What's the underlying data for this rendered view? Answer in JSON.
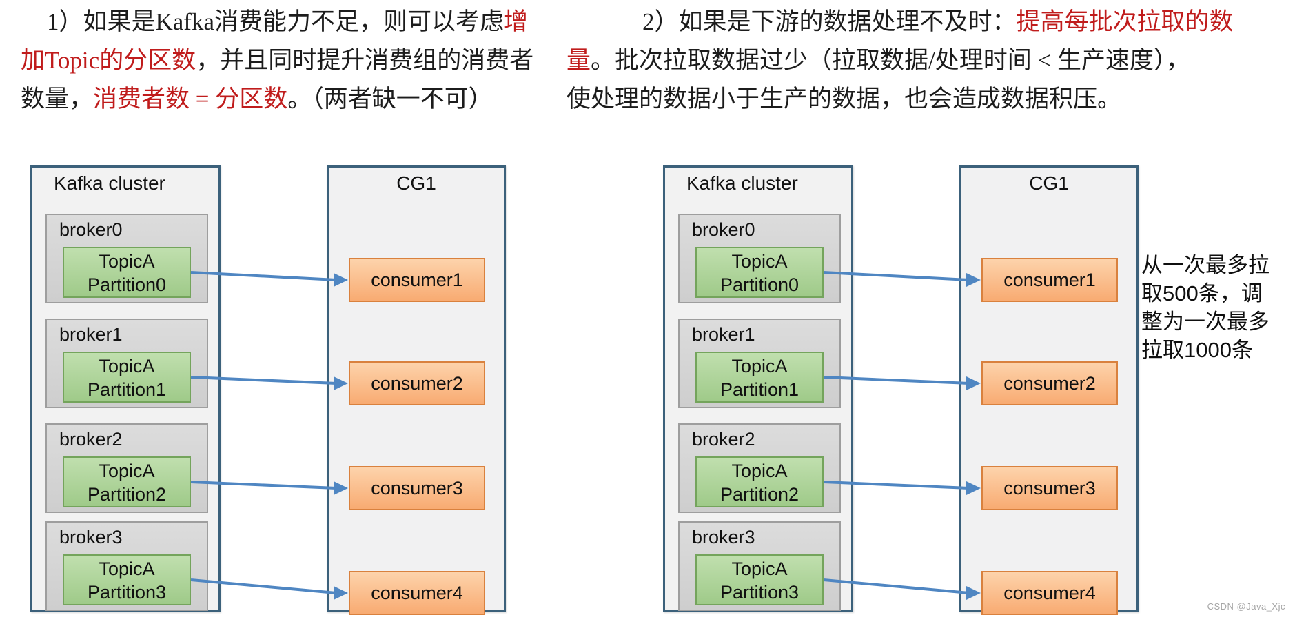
{
  "paragraphs": {
    "p1": {
      "lines": [
        {
          "segments": [
            {
              "text": "1）如果是Kafka消费能力不足，则可以考虑",
              "color": "black"
            },
            {
              "text": "增",
              "color": "red"
            }
          ]
        },
        {
          "segments": [
            {
              "text": "加Topic的分区数",
              "color": "red"
            },
            {
              "text": "，并且同时提升消费组的消费者",
              "color": "black"
            }
          ]
        },
        {
          "segments": [
            {
              "text": "数量，",
              "color": "black"
            },
            {
              "text": "消费者数 = 分区数",
              "color": "red"
            },
            {
              "text": "。（两者缺一不可）",
              "color": "black"
            }
          ]
        }
      ]
    },
    "p2": {
      "lines": [
        {
          "segments": [
            {
              "text": "2）如果是下游的数据处理不及时：",
              "color": "black"
            },
            {
              "text": "提高每批次拉取的数",
              "color": "red"
            }
          ]
        },
        {
          "segments": [
            {
              "text": "量",
              "color": "red"
            },
            {
              "text": "。批次拉取数据过少（拉取数据/处理时间 < 生产速度），",
              "color": "black"
            }
          ]
        },
        {
          "segments": [
            {
              "text": "使处理的数据小于生产的数据，也会造成数据积压。",
              "color": "black"
            }
          ]
        }
      ]
    }
  },
  "diagrams": [
    {
      "cluster_title": "Kafka cluster",
      "group_title": "CG1",
      "brokers": [
        {
          "label": "broker0",
          "partition_line1": "TopicA",
          "partition_line2": "Partition0"
        },
        {
          "label": "broker1",
          "partition_line1": "TopicA",
          "partition_line2": "Partition1"
        },
        {
          "label": "broker2",
          "partition_line1": "TopicA",
          "partition_line2": "Partition2"
        },
        {
          "label": "broker3",
          "partition_line1": "TopicA",
          "partition_line2": "Partition3"
        }
      ],
      "consumers": [
        {
          "label": "consumer1"
        },
        {
          "label": "consumer2"
        },
        {
          "label": "consumer3"
        },
        {
          "label": "consumer4"
        }
      ]
    },
    {
      "cluster_title": "Kafka cluster",
      "group_title": "CG1",
      "brokers": [
        {
          "label": "broker0",
          "partition_line1": "TopicA",
          "partition_line2": "Partition0"
        },
        {
          "label": "broker1",
          "partition_line1": "TopicA",
          "partition_line2": "Partition1"
        },
        {
          "label": "broker2",
          "partition_line1": "TopicA",
          "partition_line2": "Partition2"
        },
        {
          "label": "broker3",
          "partition_line1": "TopicA",
          "partition_line2": "Partition3"
        }
      ],
      "consumers": [
        {
          "label": "consumer1"
        },
        {
          "label": "consumer2"
        },
        {
          "label": "consumer3"
        },
        {
          "label": "consumer4"
        }
      ]
    }
  ],
  "annotation": {
    "lines": [
      "从一次最多拉",
      "取500条，调",
      "整为一次最多",
      "拉取1000条"
    ]
  },
  "watermark": "CSDN @Java_Xjc",
  "colors": {
    "red_text": "#c01c1c",
    "arrow_blue": "#4f86c2",
    "cluster_border": "#3c617b",
    "cluster_bg": "#f2f2f2",
    "broker_gray": "#d6d6d6",
    "partition_green": "#aed49a",
    "consumer_orange": "#fbbd8c"
  }
}
